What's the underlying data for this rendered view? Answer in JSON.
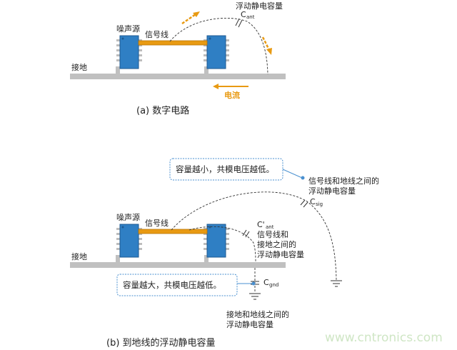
{
  "panel_a": {
    "noise_source": "噪声源",
    "signal_line": "信号线",
    "ground": "接地",
    "cap_label": "浮动静电容量",
    "cap_symbol": "C",
    "cap_sub": "ant",
    "current": "电流",
    "caption": "(a) 数字电路"
  },
  "panel_b": {
    "noise_source": "噪声源",
    "signal_line": "信号线",
    "ground": "接地",
    "callout_small": "容量越小，共模电压越低。",
    "callout_large": "容量越大，共模电压越低。",
    "csig_symbol": "C",
    "csig_sub": "sig",
    "csig_desc_1": "信号线和地线之间的",
    "csig_desc_2": "浮动静电容量",
    "cant_symbol": "C'",
    "cant_sub": "ant",
    "cant_desc_1": "信号线和",
    "cant_desc_2": "接地之间的",
    "cant_desc_3": "浮动静电容量",
    "cgnd_symbol": "C",
    "cgnd_sub": "gnd",
    "cgnd_desc_1": "接地和地线之间的",
    "cgnd_desc_2": "浮动静电容量",
    "caption": "(b) 到地线的浮动静电容量"
  },
  "watermark": "www.cntronics.com",
  "colors": {
    "chip": "#2f7fc4",
    "chip_border": "#1d5a92",
    "signal": "#e89a12",
    "ground_bar": "#c0c0c0",
    "callout_border": "#4a90d0"
  }
}
